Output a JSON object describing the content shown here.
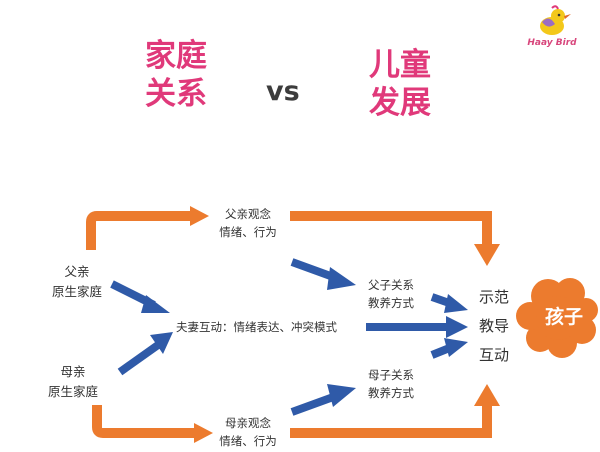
{
  "logo": {
    "text": "Haay Bird"
  },
  "title": {
    "left_line1": "家庭",
    "left_line2": "关系",
    "vs": "vs",
    "right_line1": "儿童",
    "right_line2": "发展"
  },
  "diagram": {
    "father": {
      "line1": "父亲",
      "line2": "原生家庭"
    },
    "mother": {
      "line1": "母亲",
      "line2": "原生家庭"
    },
    "father_belief": {
      "line1": "父亲观念",
      "line2": "情绪、行为"
    },
    "mother_belief": {
      "line1": "母亲观念",
      "line2": "情绪、行为"
    },
    "couple": "夫妻互动：情绪表达、冲突模式",
    "father_child": {
      "line1": "父子关系",
      "line2": "教养方式"
    },
    "mother_child": {
      "line1": "母子关系",
      "line2": "教养方式"
    },
    "teaching": {
      "line1": "示范",
      "line2": "教导",
      "line3": "互动"
    },
    "child": "孩子"
  },
  "colors": {
    "title": "#e0397a",
    "orange_arrow": "#ec7b2e",
    "blue_arrow": "#2f5aa8",
    "child_cloud": "#ec7b2e"
  }
}
